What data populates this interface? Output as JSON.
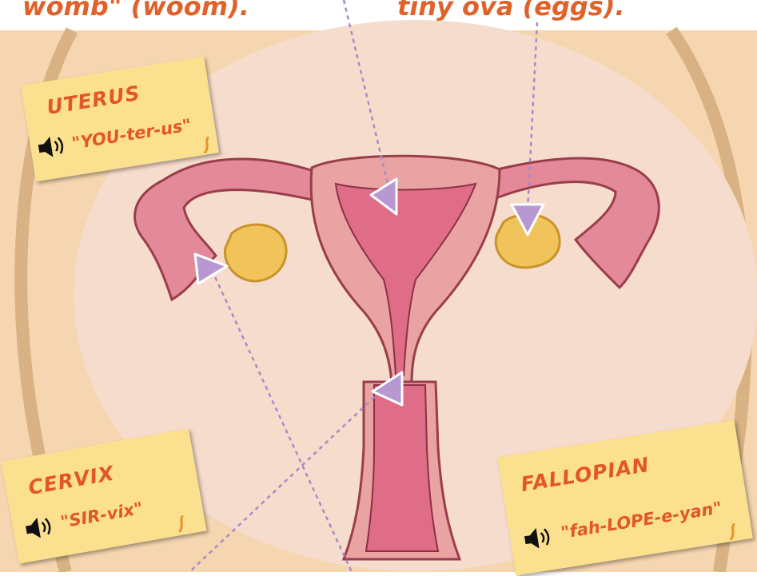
{
  "captions": {
    "left": "womb\" (woom).",
    "right": "tiny ova (eggs)."
  },
  "labels": [
    {
      "id": "uterus",
      "term": "UTERUS",
      "pronunciation": "\"YOU-ter-us\""
    },
    {
      "id": "cervix",
      "term": "CERVIX",
      "pronunciation": "\"SIR-vix\""
    },
    {
      "id": "fallopian",
      "term": "FALLOPIAN",
      "pronunciation": "\"fah-LOPE-e-yan\""
    }
  ],
  "icons": {
    "audio": "speaker-icon",
    "pointer": "triangle-pointer-icon"
  },
  "colors": {
    "caption_text": "#e0622b",
    "label_text": "#e2562b",
    "note": "#fbe08f",
    "pointer": "#b898d0",
    "leader_line": "#a58cc8",
    "organ": "#e4909a",
    "ovary": "#f0c45a",
    "background_ring": "#f5d6b0"
  }
}
